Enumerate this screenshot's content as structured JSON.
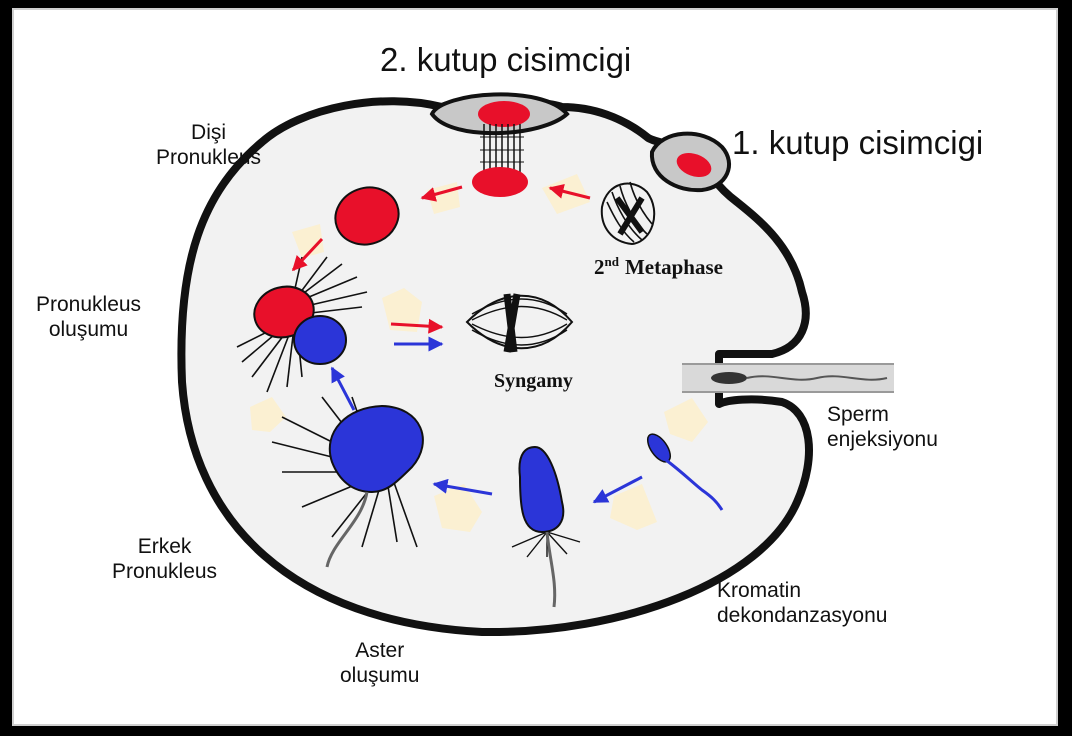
{
  "labels": {
    "polar_body_2": "2. kutup cisimcigi",
    "polar_body_1": "1. kutup cisimcigi",
    "female_pronucleus": [
      "Dişi",
      "Pronukleus"
    ],
    "pronucleus_formation": [
      "Pronukleus",
      "oluşumu"
    ],
    "male_pronucleus": [
      "Erkek",
      "Pronukleus"
    ],
    "aster_formation": [
      "Aster",
      "oluşumu"
    ],
    "chromatin_decondensation": [
      "Kromatin",
      "dekondanzasyonu"
    ],
    "sperm_injection": [
      "Sperm",
      "enjeksiyonu"
    ],
    "metaphase_number": "2",
    "metaphase_suffix": "nd",
    "metaphase_word": "Metaphase",
    "syngamy": "Syngamy"
  },
  "colors": {
    "background": "#000000",
    "panel": "#ffffff",
    "cell_fill": "#f2f2f2",
    "membrane": "#111111",
    "female_red": "#e8102a",
    "male_blue": "#2b35d8",
    "polar_body_gray": "#c8c8c8",
    "cream_blob": "#fbf0d2"
  }
}
